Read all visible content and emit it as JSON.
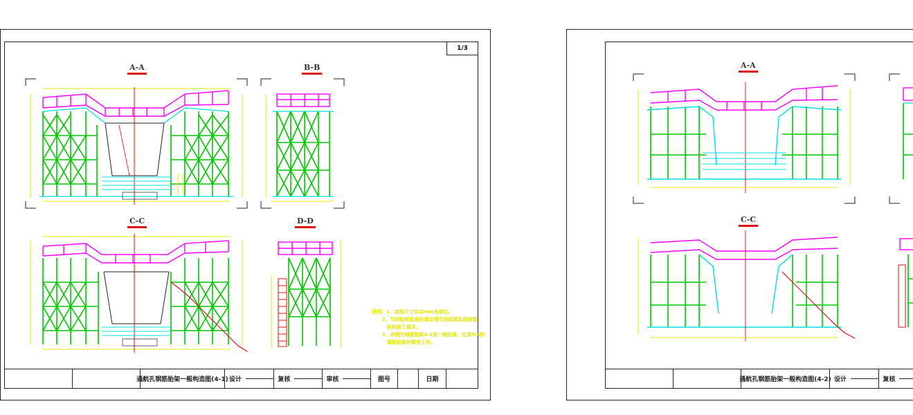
{
  "sheet1": {
    "sheet_number": "1/3",
    "sections": [
      "A-A",
      "B-B",
      "C-C",
      "D-D"
    ],
    "title": "通航孔钢筋胎架一般构造图(4-1)",
    "design_label": "设计",
    "review_label": "复核",
    "approve_label": "审核",
    "drawing_no_label": "图号",
    "date_label": "日期",
    "notes": "说明：1、本图尺寸均以mm为单位。\n      2、节段胎架底座处建设预节段胎架及底座钢\n         结构施工要求。\n      3、本图为钢筋胎架4-1到一期段落，在第3-4阶\n         钢筋胎架的模块工作。"
  },
  "sheet2": {
    "sections": [
      "A-A",
      "C-C"
    ],
    "title": "通航孔钢筋胎架一般构造图(4-2)",
    "design_label": "设计",
    "review_label": "复核"
  },
  "colors": {
    "magenta": "#ff00ff",
    "cyan": "#00e0e0",
    "green": "#00c800",
    "yellow": "#e8e800",
    "red": "#e01010",
    "dark": "#222222"
  }
}
